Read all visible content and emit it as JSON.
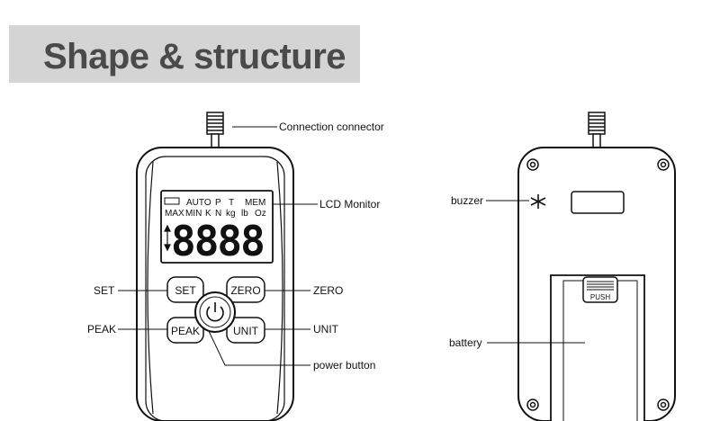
{
  "title": "Shape & structure",
  "front": {
    "lcd": {
      "row1": [
        "AUTO",
        "P",
        "T",
        "MEM"
      ],
      "row2": [
        "MAX",
        "MIN",
        "K",
        "N",
        "kg",
        "lb",
        "Oz"
      ],
      "digits": "8888"
    },
    "buttons": {
      "set": "SET",
      "zero": "ZERO",
      "peak": "PEAK",
      "unit": "UNIT"
    },
    "callouts": {
      "connector": "Connection connector",
      "lcd": "LCD Monitor",
      "set": "SET",
      "zero": "ZERO",
      "peak": "PEAK",
      "unit": "UNIT",
      "power": "power button"
    }
  },
  "back": {
    "callouts": {
      "buzzer": "buzzer",
      "battery": "battery"
    },
    "push_label": "PUSH"
  }
}
